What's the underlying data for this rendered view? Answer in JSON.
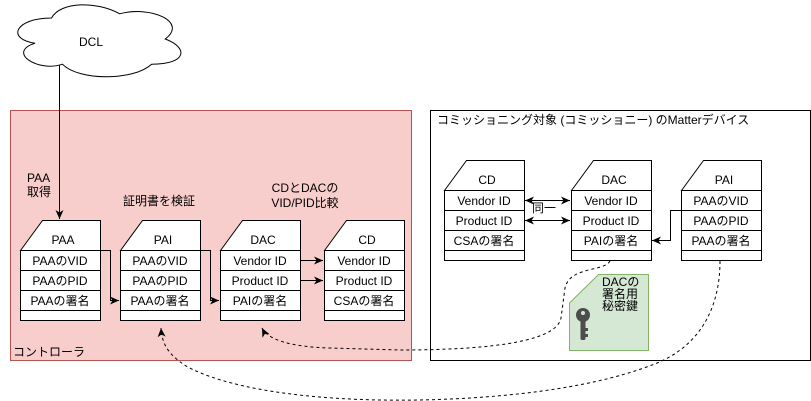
{
  "cloud": {
    "label": "DCL",
    "icon": "cloud-shape"
  },
  "controller": {
    "title": "コントローラ",
    "labels": {
      "fetch_paa": [
        "PAA",
        "取得"
      ],
      "verify_certs": "証明書を検証",
      "compare": [
        "CDとDACの",
        "VID/PID比較"
      ]
    },
    "cards": {
      "paa": {
        "title": "PAA",
        "rows": [
          "PAAのVID",
          "PAAのPID",
          "PAAの署名"
        ]
      },
      "pai": {
        "title": "PAI",
        "rows": [
          "PAAのVID",
          "PAAのPID",
          "PAAの署名"
        ]
      },
      "dac": {
        "title": "DAC",
        "rows": [
          "Vendor ID",
          "Product ID",
          "PAIの署名"
        ]
      },
      "cd": {
        "title": "CD",
        "rows": [
          "Vendor ID",
          "Product ID",
          "CSAの署名"
        ]
      }
    }
  },
  "device": {
    "title": "コミッショニング対象 (コミッショニー) のMatterデバイス",
    "same_label": "同一",
    "cards": {
      "cd": {
        "title": "CD",
        "rows": [
          "Vendor ID",
          "Product ID",
          "CSAの署名"
        ]
      },
      "dac": {
        "title": "DAC",
        "rows": [
          "Vendor ID",
          "Product ID",
          "PAIの署名"
        ]
      },
      "pai": {
        "title": "PAI",
        "rows": [
          "PAAのVID",
          "PAAのPID",
          "PAAの署名"
        ]
      }
    },
    "private_key": {
      "lines": [
        "DACの",
        "署名用",
        "秘密鍵"
      ],
      "icon": "key-icon"
    }
  },
  "colors": {
    "controller_fill": "#f8cecc",
    "controller_stroke": "#b85450",
    "key_fill": "#d5e8d4",
    "key_stroke": "#82b366",
    "key_icon": "#4d4d4d",
    "device_stroke": "#000000"
  }
}
